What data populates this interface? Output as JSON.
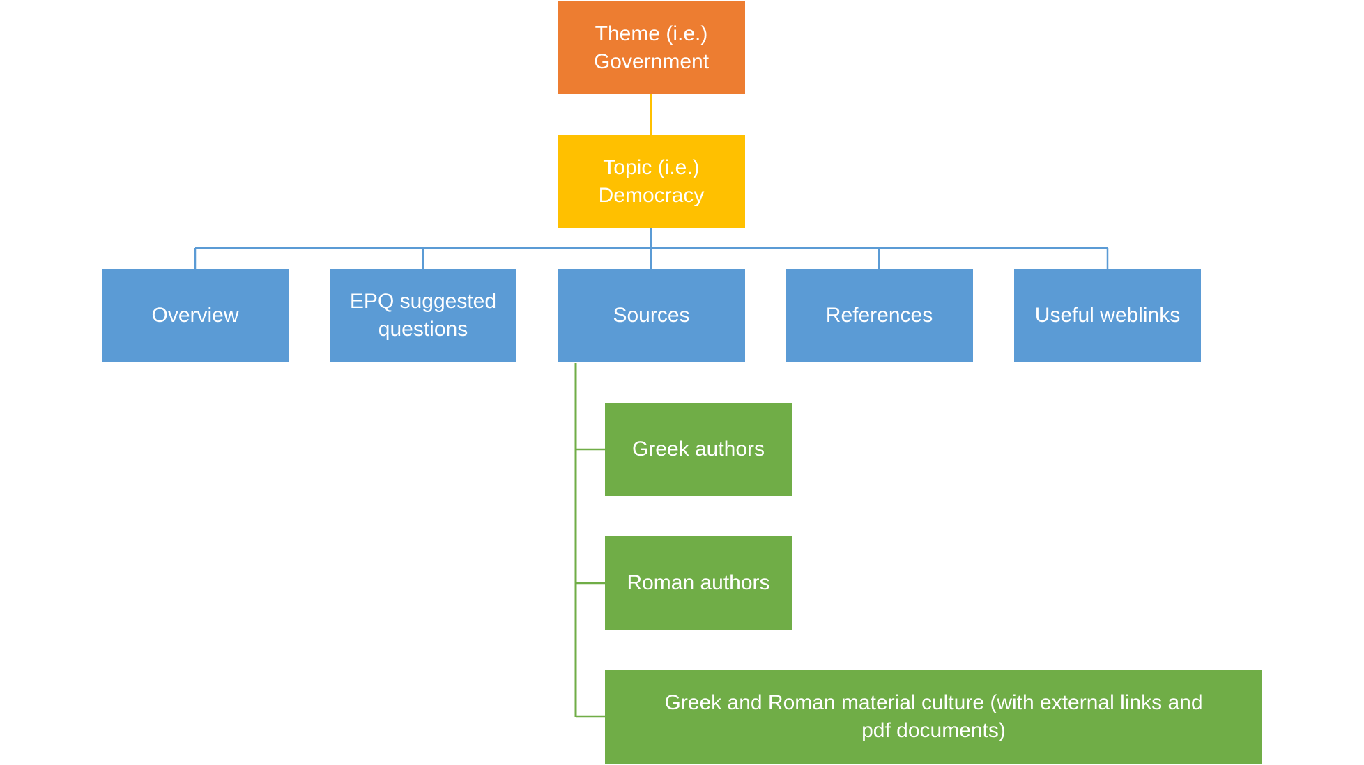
{
  "diagram": {
    "title": "",
    "root": {
      "label": "Theme (i.e.) Government",
      "lines": [
        "Theme (i.e.)",
        "Government"
      ],
      "color": "#ed7d31"
    },
    "topic": {
      "label": "Topic (i.e.) Democracy",
      "lines": [
        "Topic (i.e.)",
        "Democracy"
      ],
      "color": "#ffc000"
    },
    "children": [
      {
        "label": "Overview",
        "lines": [
          "Overview"
        ],
        "color": "#5b9bd5"
      },
      {
        "label": "EPQ suggested questions",
        "lines": [
          "EPQ suggested",
          "questions"
        ],
        "color": "#5b9bd5"
      },
      {
        "label": "Sources",
        "lines": [
          "Sources"
        ],
        "color": "#5b9bd5"
      },
      {
        "label": "References",
        "lines": [
          "References"
        ],
        "color": "#5b9bd5"
      },
      {
        "label": "Useful weblinks",
        "lines": [
          "Useful weblinks"
        ],
        "color": "#5b9bd5"
      }
    ],
    "sources_children": [
      {
        "label": "Greek authors",
        "lines": [
          "Greek authors"
        ],
        "color": "#70ad47"
      },
      {
        "label": "Roman authors",
        "lines": [
          "Roman authors"
        ],
        "color": "#70ad47"
      },
      {
        "label": "Greek and Roman material culture (with external links and pdf documents)",
        "lines": [
          "Greek and Roman material culture (with external links and",
          "pdf documents)"
        ],
        "color": "#70ad47"
      }
    ],
    "connector_colors": {
      "theme_to_topic": "#ffc000",
      "topic_to_children": "#5b9bd5",
      "sources_to_children": "#70ad47"
    }
  }
}
